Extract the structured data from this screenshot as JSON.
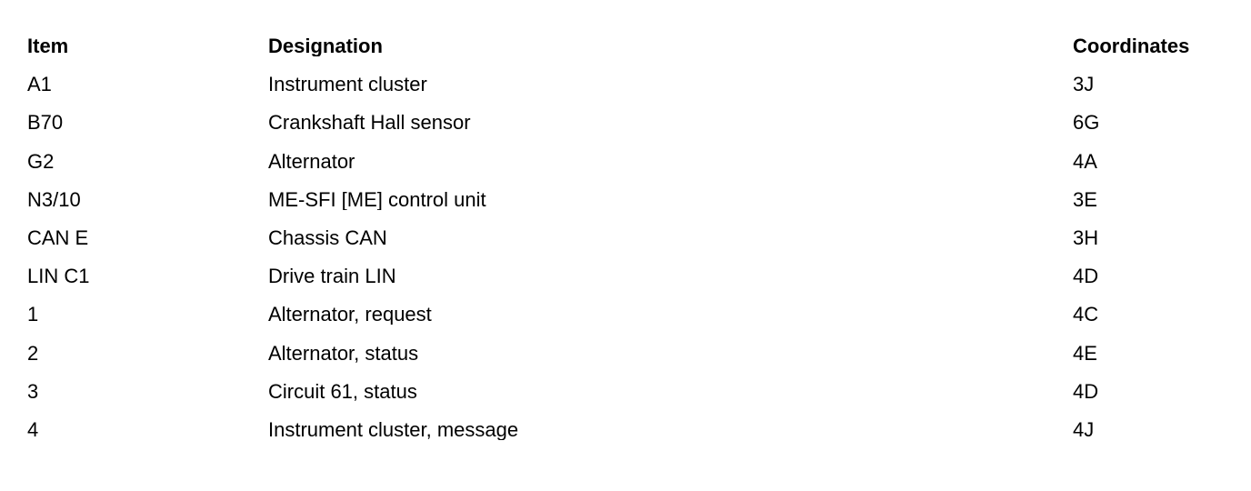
{
  "page": {
    "background_color": "#ffffff",
    "text_color": "#000000"
  },
  "table": {
    "headers": [
      "Item",
      "Designation",
      "Coordinates"
    ],
    "rows": [
      {
        "item": "A1",
        "designation": "Instrument cluster",
        "coordinates": "3J"
      },
      {
        "item": "B70",
        "designation": "Crankshaft Hall sensor",
        "coordinates": "6G"
      },
      {
        "item": "G2",
        "designation": "Alternator",
        "coordinates": "4A"
      },
      {
        "item": "N3/10",
        "designation": "ME-SFI [ME] control unit",
        "coordinates": "3E"
      },
      {
        "item": "CAN E",
        "designation": "Chassis CAN",
        "coordinates": "3H"
      },
      {
        "item": "LIN C1",
        "designation": "Drive train LIN",
        "coordinates": "4D"
      },
      {
        "item": "1",
        "designation": "Alternator, request",
        "coordinates": "4C"
      },
      {
        "item": "2",
        "designation": "Alternator, status",
        "coordinates": "4E"
      },
      {
        "item": "3",
        "designation": "Circuit 61, status",
        "coordinates": "4D"
      },
      {
        "item": "4",
        "designation": "Instrument cluster, message",
        "coordinates": "4J"
      }
    ]
  }
}
